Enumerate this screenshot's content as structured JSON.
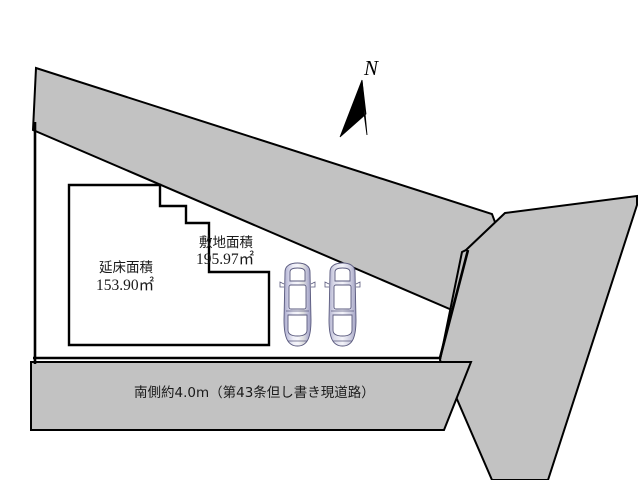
{
  "figure": {
    "kind": "site-plan",
    "title_absent": true
  },
  "compass": {
    "letter": "N",
    "name": "north-arrow"
  },
  "labels": {
    "site_area": {
      "caption": "敷地面積",
      "value": "195.97㎡"
    },
    "floor_area": {
      "caption": "延床面積",
      "value": "153.90㎡"
    },
    "south_road": "南側約4.0m（第43条但し書き現道路）"
  },
  "parking": {
    "car_count": 2,
    "cars": [
      {
        "name": "car-left"
      },
      {
        "name": "car-right"
      }
    ]
  },
  "colors": {
    "road_gray": "#c2c2c2",
    "outline_black": "#000000",
    "paper_white": "#ffffff",
    "car_lavender": "#b9b9d8",
    "car_highlight": "#f2f2f9"
  },
  "regions": [
    {
      "name": "road-north-band",
      "label": ""
    },
    {
      "name": "road-east-area",
      "label": ""
    },
    {
      "name": "road-south-band",
      "label": "南側約4.0m（第43条但し書き現道路）"
    },
    {
      "name": "site-parcel",
      "label": "敷地面積 195.97㎡"
    },
    {
      "name": "building-footprint",
      "label": "延床面積 153.90㎡"
    }
  ]
}
